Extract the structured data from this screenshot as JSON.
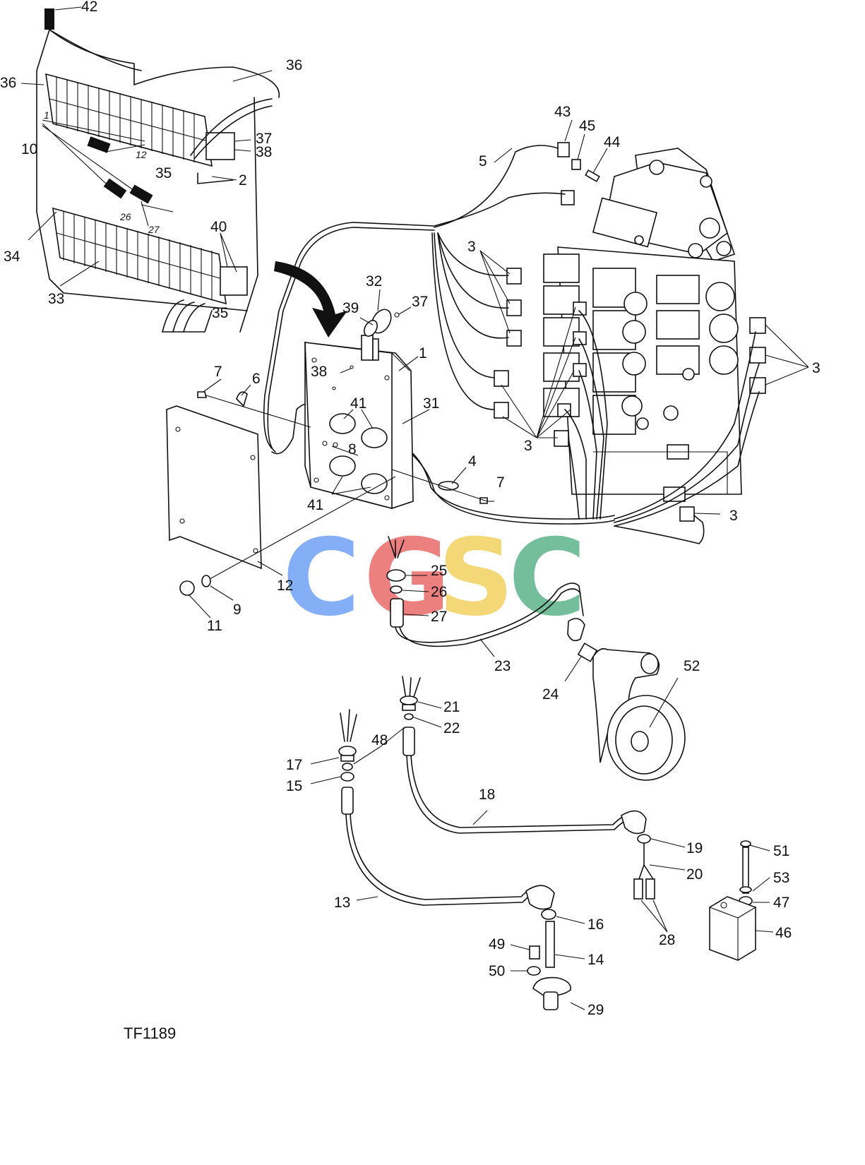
{
  "figure_code": "TF1189",
  "watermark": {
    "letters": [
      "C",
      "G",
      "S",
      "C"
    ],
    "colors": [
      "#6fa0f5",
      "#e86b68",
      "#f3d160",
      "#5db38a"
    ]
  },
  "callouts": {
    "42": "42",
    "36a": "36",
    "36b": "36",
    "37a": "37",
    "38a": "38",
    "35a": "35",
    "35b": "35",
    "2": "2",
    "10": "10",
    "34": "34",
    "33": "33",
    "40": "40",
    "n1": "1",
    "n12": "12",
    "n26": "26",
    "n27": "27",
    "43": "43",
    "45": "45",
    "44": "44",
    "5": "5",
    "3a": "3",
    "3b": "3",
    "3c": "3",
    "3d": "3",
    "32": "32",
    "39": "39",
    "37b": "37",
    "38b": "38",
    "1": "1",
    "31": "31",
    "41a": "41",
    "41b": "41",
    "8": "8",
    "7a": "7",
    "6": "6",
    "4": "4",
    "7b": "7",
    "12": "12",
    "9": "9",
    "11": "11",
    "25": "25",
    "26": "26",
    "27": "27",
    "23": "23",
    "24": "24",
    "52": "52",
    "21": "21",
    "22": "22",
    "48": "48",
    "17": "17",
    "15": "15",
    "18": "18",
    "19": "19",
    "20": "20",
    "13": "13",
    "16": "16",
    "14": "14",
    "49": "49",
    "50": "50",
    "29": "29",
    "28": "28",
    "51": "51",
    "53": "53",
    "47": "47",
    "46": "46"
  }
}
